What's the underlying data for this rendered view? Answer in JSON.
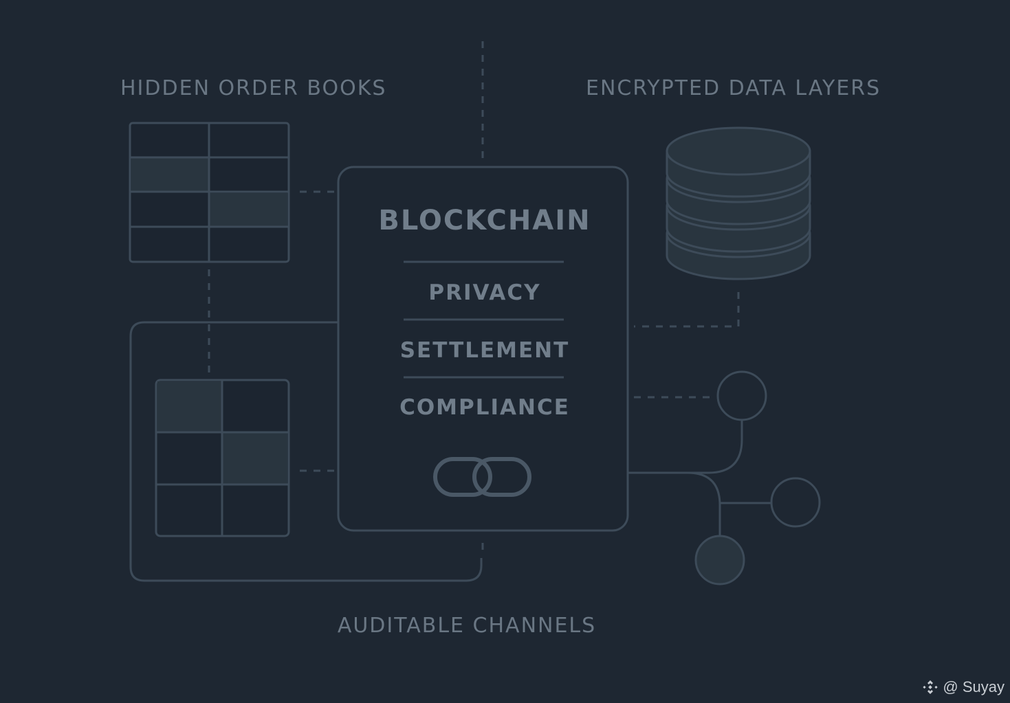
{
  "labels": {
    "hidden_order_books": "HIDDEN ORDER BOOKS",
    "encrypted_data_layers": "ENCRYPTED DATA LAYERS",
    "auditable_channels": "AUDITABLE CHANNELS"
  },
  "center_box": {
    "title": "BLOCKCHAIN",
    "items": [
      "PRIVACY",
      "SETTLEMENT",
      "COMPLIANCE"
    ],
    "icon": "chain-link-icon"
  },
  "watermark": {
    "icon": "binance-logo-icon",
    "text": "@ Suyay"
  },
  "colors": {
    "background": "#1e2732",
    "line": "#3d4b59",
    "text": "#6a7784",
    "fill": "#29353f"
  }
}
